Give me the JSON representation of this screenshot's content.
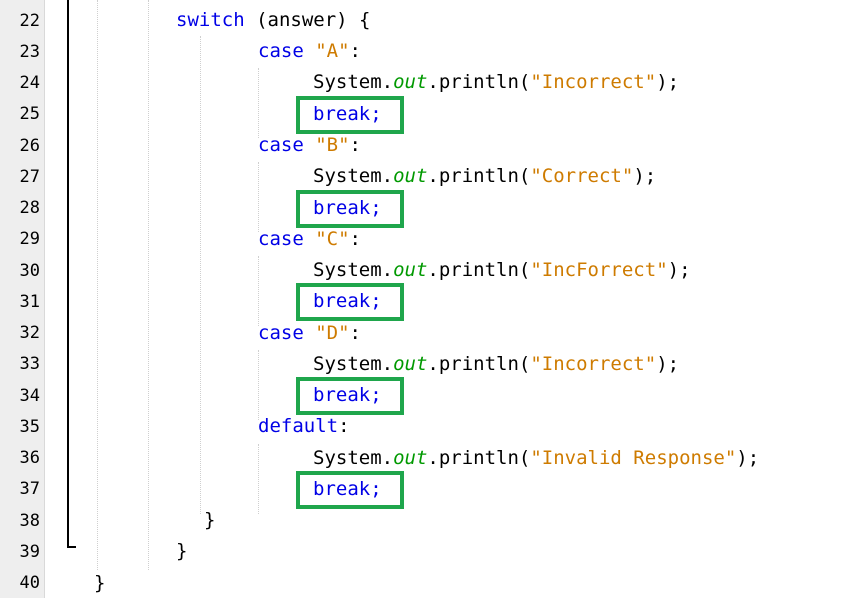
{
  "editor": {
    "line_numbers": [
      "22",
      "23",
      "24",
      "25",
      "26",
      "27",
      "28",
      "29",
      "30",
      "31",
      "32",
      "33",
      "34",
      "35",
      "36",
      "37",
      "38",
      "39",
      "40"
    ],
    "lines": {
      "l22": {
        "kw": "switch",
        "rest": " (answer) {"
      },
      "l23": {
        "kw": "case",
        "str": "\"A\"",
        "rest": ":"
      },
      "l24": {
        "obj": "System.",
        "field": "out",
        "method": ".println(",
        "str": "\"Incorrect\"",
        "rest": ");"
      },
      "l25": {
        "kw": "break;"
      },
      "l26": {
        "kw": "case",
        "str": "\"B\"",
        "rest": ":"
      },
      "l27": {
        "obj": "System.",
        "field": "out",
        "method": ".println(",
        "str": "\"Correct\"",
        "rest": ");"
      },
      "l28": {
        "kw": "break;"
      },
      "l29": {
        "kw": "case",
        "str": "\"C\"",
        "rest": ":"
      },
      "l30": {
        "obj": "System.",
        "field": "out",
        "method": ".println(",
        "str": "\"IncForrect\"",
        "rest": ");"
      },
      "l31": {
        "kw": "break;"
      },
      "l32": {
        "kw": "case",
        "str": "\"D\"",
        "rest": ":"
      },
      "l33": {
        "obj": "System.",
        "field": "out",
        "method": ".println(",
        "str": "\"Incorrect\"",
        "rest": ");"
      },
      "l34": {
        "kw": "break;"
      },
      "l35": {
        "kw": "default",
        "rest": ":"
      },
      "l36": {
        "obj": "System.",
        "field": "out",
        "method": ".println(",
        "str": "\"Invalid Response\"",
        "rest": ");"
      },
      "l37": {
        "kw": "break;"
      },
      "l38": {
        "rest": "}"
      },
      "l39": {
        "rest": "}"
      },
      "l40": {
        "rest": "}"
      }
    },
    "colors": {
      "keyword": "#0000e6",
      "string": "#ce7b00",
      "field": "#009900",
      "highlight_box": "#1fa64c",
      "gutter": "#eeeeee"
    }
  }
}
